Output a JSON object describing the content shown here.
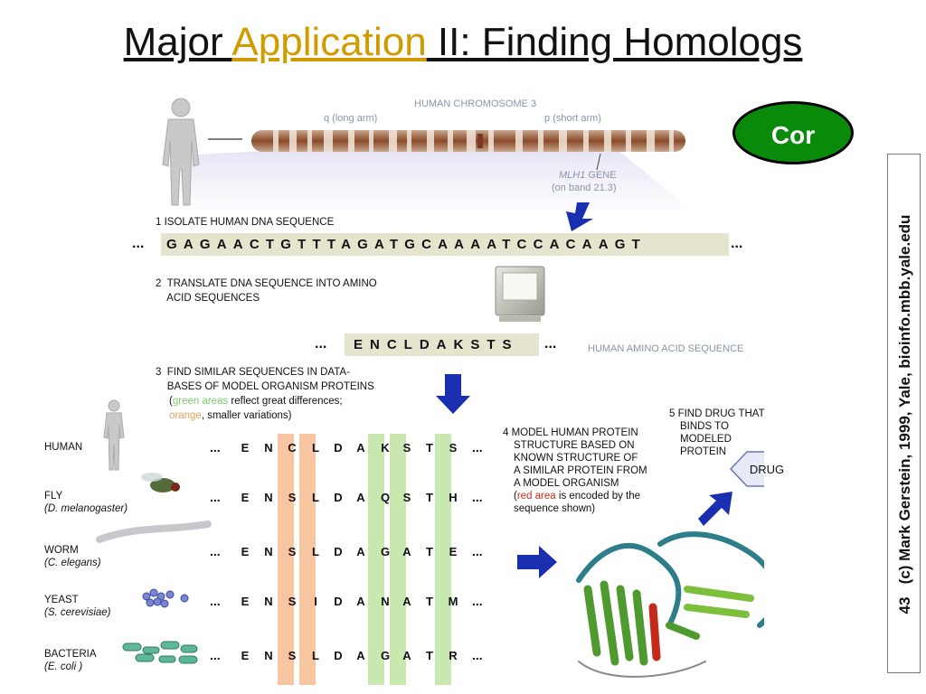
{
  "title": {
    "part1": "Major ",
    "part2": "Application",
    "part3": " II: Finding Homologs"
  },
  "badge": "Cor",
  "side_caption": {
    "page": "43",
    "credit": "(c) Mark Gerstein, 1999, Yale, bioinfo.mbb.yale.edu"
  },
  "figure": {
    "chromosome_title": "HUMAN CHROMOSOME 3",
    "q_arm": "q (long arm)",
    "p_arm": "p (short arm)",
    "gene_name": "MLH1",
    "gene_word": " GENE",
    "gene_band": "(on band 21.3)",
    "step1": "1  ISOLATE HUMAN DNA SEQUENCE",
    "dna_seq": "GAGAACTGTTTAGATGCAAAATCCACAAGT",
    "ellipsis": "...",
    "step2_line1": "2  TRANSLATE DNA SEQUENCE INTO AMINO",
    "step2_line2": "    ACID SEQUENCES",
    "aa_seq": "ENCLDAKSTS",
    "aa_label": "HUMAN AMINO ACID SEQUENCE",
    "step3_line1": "3  FIND SIMILAR SEQUENCES IN DATA-",
    "step3_line2": "    BASES OF MODEL ORGANISM PROTEINS",
    "step3_green": "green areas",
    "step3_line3b": " reflect great differences;",
    "step3_orange": "orange",
    "step3_line4b": ", smaller variations)",
    "step4": [
      "4 MODEL HUMAN PROTEIN",
      "STRUCTURE BASED ON",
      "KNOWN STRUCTURE OF",
      "A SIMILAR PROTEIN FROM",
      "A MODEL ORGANISM"
    ],
    "step4_red": "red area",
    "step4_tail": " is encoded by the",
    "step4_last": "sequence shown)",
    "step5": [
      "5 FIND DRUG THAT",
      "BINDS TO",
      "MODELED",
      "PROTEIN"
    ],
    "drug": "DRUG",
    "organisms": [
      {
        "name": "HUMAN",
        "species": "",
        "seq": [
          "E",
          "N",
          "C",
          "L",
          "D",
          "A",
          "K",
          "S",
          "T",
          "S"
        ]
      },
      {
        "name": "FLY",
        "species": "(D. melanogaster)",
        "seq": [
          "E",
          "N",
          "S",
          "L",
          "D",
          "A",
          "Q",
          "S",
          "T",
          "H"
        ]
      },
      {
        "name": "WORM",
        "species": "(C. elegans)",
        "seq": [
          "E",
          "N",
          "S",
          "L",
          "D",
          "A",
          "G",
          "A",
          "T",
          "E"
        ]
      },
      {
        "name": "YEAST",
        "species": "(S. cerevisiae)",
        "seq": [
          "E",
          "N",
          "S",
          "I",
          "D",
          "A",
          "N",
          "A",
          "T",
          "M"
        ]
      },
      {
        "name": "BACTERIA",
        "species": "(E. coli )",
        "seq": [
          "E",
          "N",
          "S",
          "L",
          "D",
          "A",
          "G",
          "A",
          "T",
          "R"
        ]
      }
    ]
  },
  "colors": {
    "app": "#d19b00",
    "badge": "#0a8a0a",
    "green_col": "#c8e8b0",
    "orange_col": "#f7c6a0",
    "arrow": "#1a2fb0",
    "dna_bg": "#e4e4cf"
  }
}
